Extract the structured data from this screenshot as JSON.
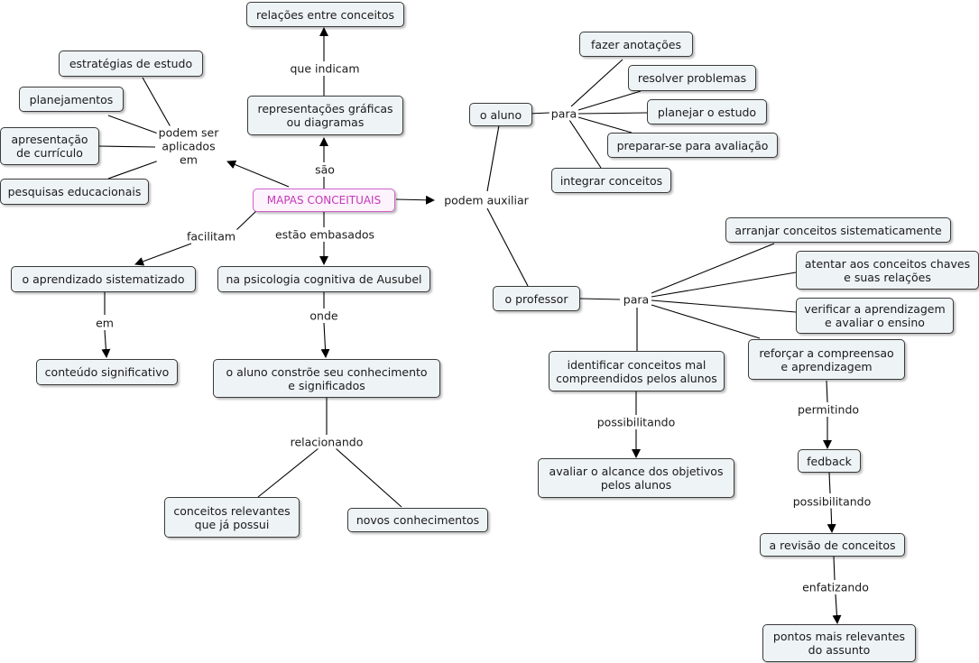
{
  "map": {
    "title": "MAPAS CONCEITUAIS",
    "concepts": [
      {
        "id": "main",
        "text": "MAPAS CONCEITUAIS"
      },
      {
        "id": "rel",
        "text": "relações entre conceitos"
      },
      {
        "id": "rep",
        "text": "representações gráficas\nou diagramas"
      },
      {
        "id": "estr",
        "text": "estratégias de estudo"
      },
      {
        "id": "plan",
        "text": "planejamentos"
      },
      {
        "id": "apres",
        "text": "apresentação\nde currículo"
      },
      {
        "id": "pesq",
        "text": "pesquisas educacionais"
      },
      {
        "id": "aprend",
        "text": "o aprendizado sistematizado"
      },
      {
        "id": "conteudo",
        "text": "conteúdo significativo"
      },
      {
        "id": "psico",
        "text": "na psicologia cognitiva de Ausubel"
      },
      {
        "id": "constroe",
        "text": "o aluno constrõe  seu conhecimento\ne significados"
      },
      {
        "id": "relev",
        "text": "conceitos relevantes\nque já possui"
      },
      {
        "id": "novos",
        "text": "novos conhecimentos"
      },
      {
        "id": "aluno",
        "text": "o aluno"
      },
      {
        "id": "anot",
        "text": "fazer anotações"
      },
      {
        "id": "resolver",
        "text": "resolver problemas"
      },
      {
        "id": "planejar",
        "text": "planejar o estudo"
      },
      {
        "id": "preparar",
        "text": "preparar-se para avaliação"
      },
      {
        "id": "integrar",
        "text": "integrar conceitos"
      },
      {
        "id": "prof",
        "text": "o professor"
      },
      {
        "id": "arranjar",
        "text": "arranjar conceitos sistematicamente"
      },
      {
        "id": "atentar",
        "text": "atentar aos conceitos chaves\ne suas relações"
      },
      {
        "id": "verificar",
        "text": "verificar a aprendizagem\ne avaliar o ensino"
      },
      {
        "id": "reforcar",
        "text": "reforçar a compreensao\ne aprendizagem"
      },
      {
        "id": "identificar",
        "text": "identificar conceitos mal\ncompreendidos pelos alunos"
      },
      {
        "id": "avaliar",
        "text": "avaliar o alcance dos objetivos\npelos alunos"
      },
      {
        "id": "fedback",
        "text": "fedback"
      },
      {
        "id": "revisao",
        "text": "a revisão de conceitos"
      },
      {
        "id": "pontos",
        "text": "pontos mais relevantes\ndo assunto"
      }
    ],
    "phrases": [
      {
        "id": "sao",
        "text": "são"
      },
      {
        "id": "queindicam",
        "text": "que indicam"
      },
      {
        "id": "podemser",
        "text": "podem ser\naplicados\nem"
      },
      {
        "id": "facilitam",
        "text": "facilitam"
      },
      {
        "id": "em",
        "text": "em"
      },
      {
        "id": "estaoemb",
        "text": "estão embasados"
      },
      {
        "id": "onde",
        "text": "onde"
      },
      {
        "id": "relacionando",
        "text": "relacionando"
      },
      {
        "id": "podemaux",
        "text": "podem auxiliar"
      },
      {
        "id": "para1",
        "text": "para"
      },
      {
        "id": "para2",
        "text": "para"
      },
      {
        "id": "possib1",
        "text": "possibilitando"
      },
      {
        "id": "permitindo",
        "text": "permitindo"
      },
      {
        "id": "possib2",
        "text": "possibilitando"
      },
      {
        "id": "enfatizando",
        "text": "enfatizando"
      }
    ]
  }
}
